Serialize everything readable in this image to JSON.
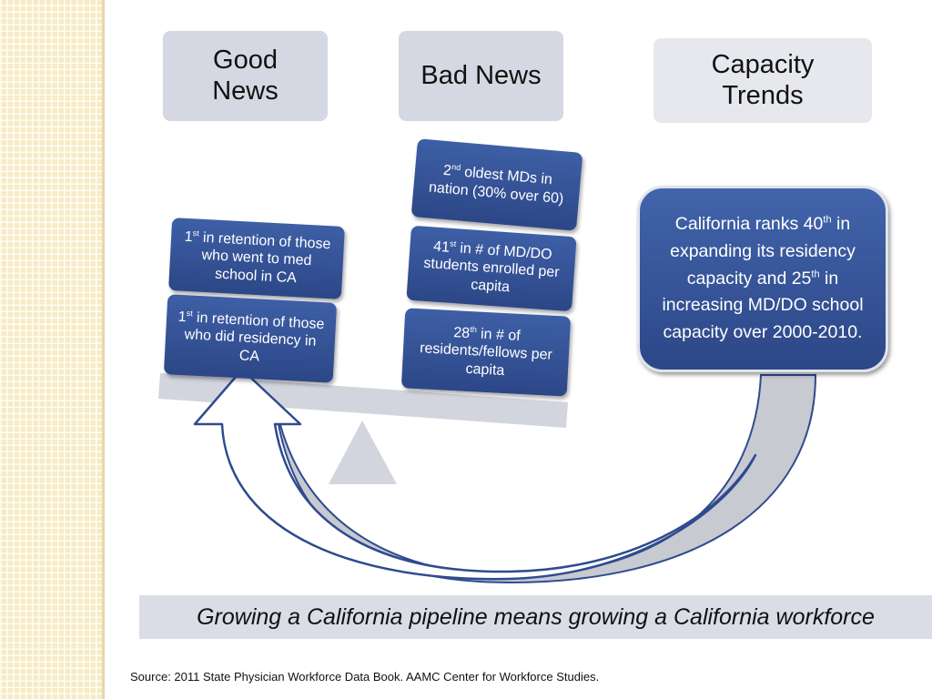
{
  "headers": {
    "good_line1": "Good",
    "good_line2": "News",
    "bad": "Bad News",
    "capacity_line1": "Capacity",
    "capacity_line2": "Trends"
  },
  "good_news": {
    "item1": {
      "rank": "1",
      "sup": "st",
      "text": " in retention of those who went to med school in CA"
    },
    "item2": {
      "rank": "1",
      "sup": "st",
      "text": " in retention of those who did residency in CA"
    }
  },
  "bad_news": {
    "item1": {
      "rank": "2",
      "sup": "nd",
      "text": " oldest MDs in nation (30% over 60)"
    },
    "item2": {
      "rank": "41",
      "sup": "st",
      "text": " in # of MD/DO students enrolled per capita"
    },
    "item3": {
      "rank": "28",
      "sup": "th",
      "text": " in # of residents/fellows per capita"
    }
  },
  "capacity": {
    "part1": "California ranks 40",
    "sup1": "th",
    "part2": " in expanding its residency capacity and 25",
    "sup2": "th",
    "part3": " in increasing MD/DO school capacity over 2000-2010."
  },
  "banner": "Growing a California pipeline means growing a California workforce",
  "source": "Source:  2011 State Physician Workforce Data Book.  AAMC Center for Workforce Studies.",
  "colors": {
    "navy": "#2c4787",
    "header_gray": "#d5d8e2",
    "beam_gray": "#d3d5de",
    "pattern_tan": "#f7ebc4"
  }
}
